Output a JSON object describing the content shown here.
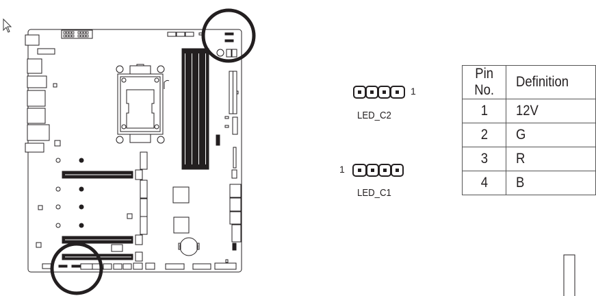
{
  "diagram": {
    "cursor_icon": "mouse-pointer-icon",
    "board_name": "motherboard-layout"
  },
  "connectors": [
    {
      "label": "LED_C2",
      "pin1_marker": "1",
      "pins": 4,
      "pin1_side": "right"
    },
    {
      "label": "LED_C1",
      "pin1_marker": "1",
      "pins": 4,
      "pin1_side": "left"
    }
  ],
  "pin_table": {
    "headers": [
      "Pin No.",
      "Definition"
    ],
    "rows": [
      {
        "pin": "1",
        "definition": "12V"
      },
      {
        "pin": "2",
        "definition": "G"
      },
      {
        "pin": "3",
        "definition": "R"
      },
      {
        "pin": "4",
        "definition": "B"
      }
    ]
  }
}
